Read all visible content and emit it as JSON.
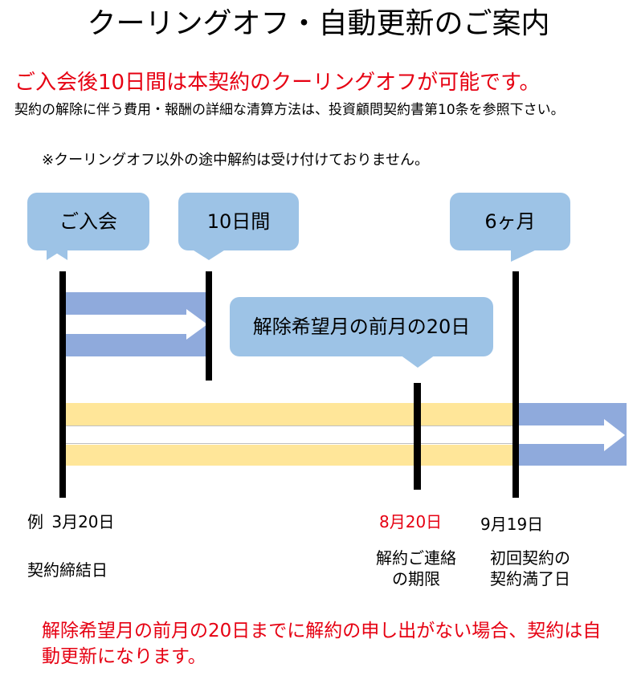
{
  "title": "クーリングオフ・自動更新のご案内",
  "lead": "ご入会後10日間は本契約のクーリングオフが可能です。",
  "detail": "契約の解除に伴う費用・報酬の詳細な清算方法は、投資顧問契約書第10条を参照下さい。",
  "note": "※クーリングオフ以外の途中解約は受け付けておりません。",
  "bubbles": {
    "join": "ご入会",
    "ten_days": "10日間",
    "six_months": "6ヶ月",
    "deadline": "解除希望月の前月の20日"
  },
  "dates": {
    "example_prefix": "例",
    "start": "3月20日",
    "deadline": "8月20日",
    "end": "9月19日"
  },
  "captions": {
    "start": "契約締結日",
    "deadline_line1": "解約ご連絡",
    "deadline_line2": "の期限",
    "end_line1": "初回契約の",
    "end_line2": "契約満了日"
  },
  "footer": "解除希望月の前月の20日までに解約の申し出がない場合、契約は自動更新になります。",
  "colors": {
    "accent_red": "#e60012",
    "bubble": "#9dc3e6",
    "band_blue": "#8faadc",
    "band_yellow": "#ffe699"
  }
}
